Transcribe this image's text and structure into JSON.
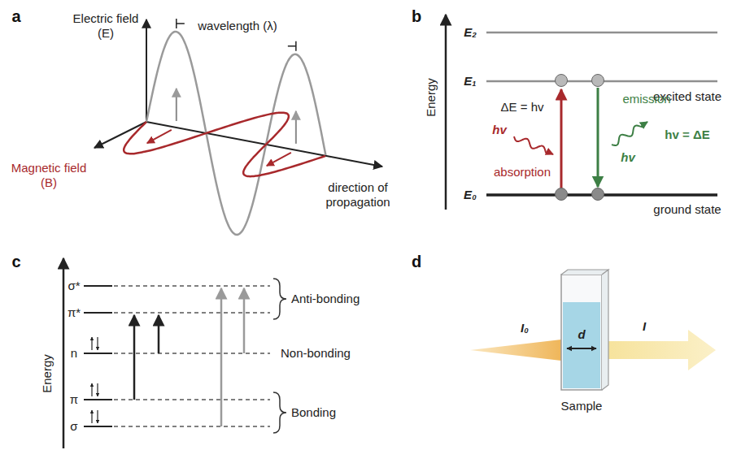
{
  "diagram": {
    "labels": [
      "a",
      "Electric field (E)",
      "wavelength (λ)",
      "Magnetic field (B)",
      "direction of propagation",
      "b",
      "Energy",
      "E₂",
      "E₁",
      "E₀",
      "excited state",
      "ΔE = hv",
      "hv",
      "absorption",
      "emission",
      "hv = ΔE",
      "hv",
      "ground state",
      "c",
      "Energy",
      "σ*",
      "π*",
      "n",
      "π",
      "σ",
      "Anti-bonding",
      "Non-bonding",
      "Bonding",
      "d",
      "I₀",
      "I",
      "d",
      "Sample"
    ]
  }
}
